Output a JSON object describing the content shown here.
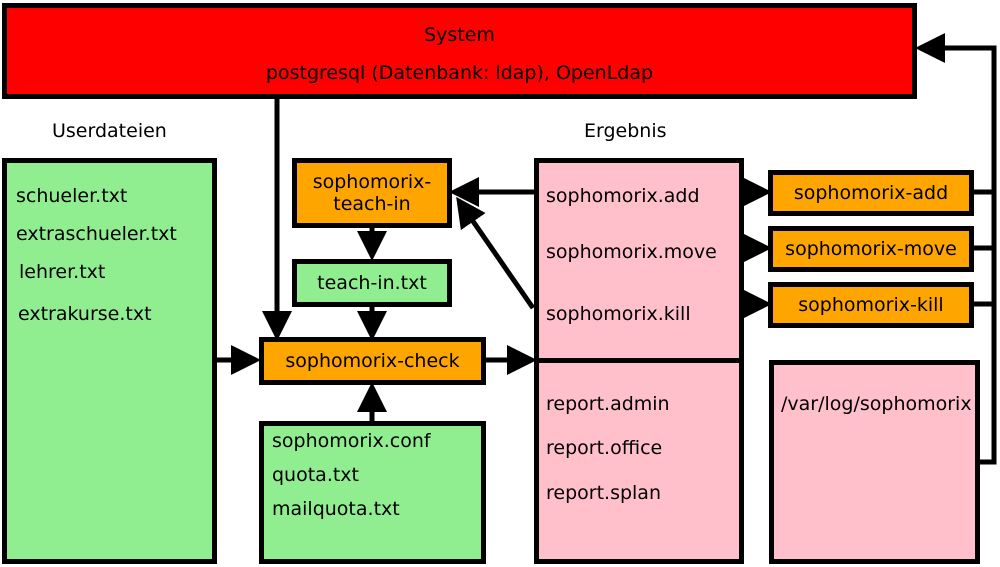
{
  "system": {
    "title": "System",
    "subtitle": "postgresql (Datenbank: ldap), OpenLdap"
  },
  "headings": {
    "userdateien": "Userdateien",
    "ergebnis": "Ergebnis"
  },
  "userfiles": [
    "schueler.txt",
    "extraschueler.txt",
    "lehrer.txt",
    "extrakurse.txt"
  ],
  "teach_in": {
    "line1": "sophomorix-",
    "line2": "teach-in"
  },
  "teach_in_txt": "teach-in.txt",
  "check": "sophomorix-check",
  "config_files": [
    "sophomorix.conf",
    "quota.txt",
    "mailquota.txt"
  ],
  "ergebnis_files": [
    "sophomorix.add",
    "sophomorix.move",
    "sophomorix.kill"
  ],
  "reports": [
    "report.admin",
    "report.office",
    "report.splan"
  ],
  "commands": [
    "sophomorix-add",
    "sophomorix-move",
    "sophomorix-kill"
  ],
  "log_path": "/var/log/sophomorix",
  "colors": {
    "system": "#ff0000",
    "input": "#90ee90",
    "process": "#ffa500",
    "output": "#ffc0cb"
  }
}
